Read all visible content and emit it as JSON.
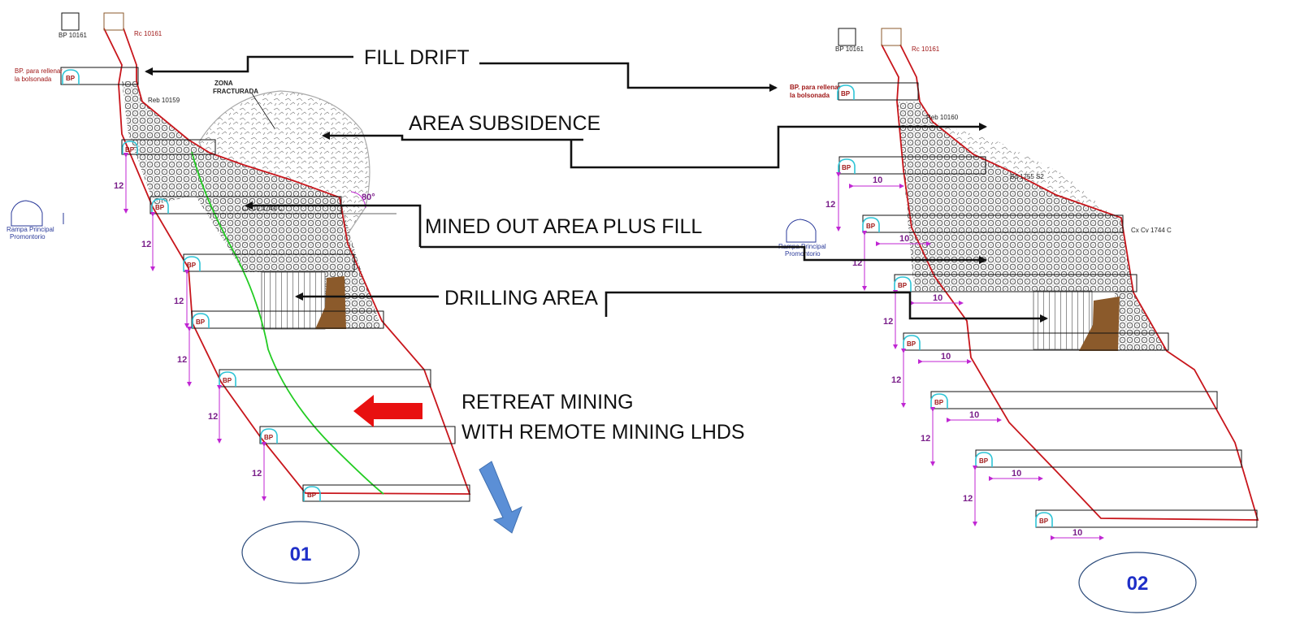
{
  "labels": {
    "fill_drift": "FILL DRIFT",
    "area_subsidence": "AREA SUBSIDENCE",
    "mined_out": "MINED OUT AREA PLUS FILL",
    "drilling_area": "DRILLING AREA",
    "retreat_line1": "RETREAT MINING",
    "retreat_line2": "WITH REMOTE MINING LHDS"
  },
  "stage_numbers": [
    "01",
    "02"
  ],
  "panel1": {
    "bp_top_label": "BP 10161",
    "rc_top_label": "Rc 10161",
    "bp_fill_line1": "BP. para rellenar",
    "bp_fill_line2": "la bolsonada",
    "reb_label": "Reb 10159",
    "zona_line1": "ZONA",
    "zona_line2": "FRACTURADA",
    "angle_label": "80°",
    "cx_label": "Cx Cv 1744 C",
    "ramp_line1": "Rampa Principal",
    "ramp_line2": "Promontorio",
    "level_spacing": "12",
    "bp_tag": "BP"
  },
  "panel2": {
    "bp_top_label": "BP 10161",
    "rc_top_label": "Rc 10161",
    "bp_fill_line1": "BP. para rellenar",
    "bp_fill_line2": "la bolsonada",
    "reb_label": "Reb 10160",
    "cx_label": "Cx Cv 1744 C",
    "level_tag": "Bd 1755 S2",
    "ramp_line1": "Rampa Principal",
    "ramp_line2": "Promontorio",
    "level_spacing": "12",
    "pillar_width": "10",
    "bp_tag": "BP"
  },
  "colors": {
    "orebody_outline": "#c8161c",
    "dimension": "#c026d3",
    "backfill": "#8b5a2b",
    "retreat_arrow": "#e81010",
    "subsidence_arrow": "#5b8fd6",
    "stage_circle": "#2a4a7a",
    "green_trace": "#22cc22"
  }
}
